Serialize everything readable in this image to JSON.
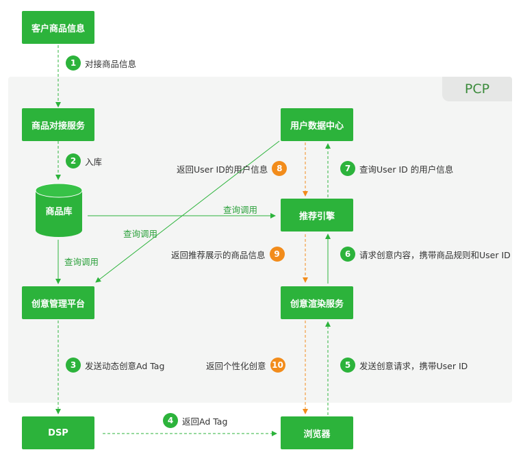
{
  "pcp_label": "PCP",
  "nodes": {
    "customer_goods_info": "客户商品信息",
    "goods_integration_service": "商品对接服务",
    "goods_db": "商品库",
    "creative_mgmt_platform": "创意管理平台",
    "dsp": "DSP",
    "user_data_center": "用户数据中心",
    "recommend_engine": "推荐引擎",
    "creative_render_service": "创意渲染服务",
    "browser": "浏览器"
  },
  "steps": [
    {
      "num": "1",
      "text": "对接商品信息",
      "color": "#2cb33b"
    },
    {
      "num": "2",
      "text": "入库",
      "color": "#2cb33b"
    },
    {
      "num": "3",
      "text": "发送动态创意Ad Tag",
      "color": "#2cb33b"
    },
    {
      "num": "4",
      "text": "返回Ad Tag",
      "color": "#2cb33b"
    },
    {
      "num": "5",
      "text": "发送创意请求，携带User ID",
      "color": "#2cb33b"
    },
    {
      "num": "6",
      "text": "请求创意内容，携带商品规则和User ID",
      "color": "#2cb33b"
    },
    {
      "num": "7",
      "text": "查询User ID 的用户信息",
      "color": "#2cb33b"
    },
    {
      "num": "8",
      "text": "返回User ID的用户信息",
      "color": "#f28c1b"
    },
    {
      "num": "9",
      "text": "返回推荐展示的商品信息",
      "color": "#f28c1b"
    },
    {
      "num": "10",
      "text": "返回个性化创意",
      "color": "#f28c1b"
    }
  ],
  "edge_labels": {
    "db_to_engine": "查询调用",
    "center_to_platform": "查询调用",
    "db_to_platform": "查询调用"
  },
  "colors": {
    "green": "#2cb33b",
    "orange": "#f28c1b",
    "pcp_bg": "#f4f5f4"
  }
}
